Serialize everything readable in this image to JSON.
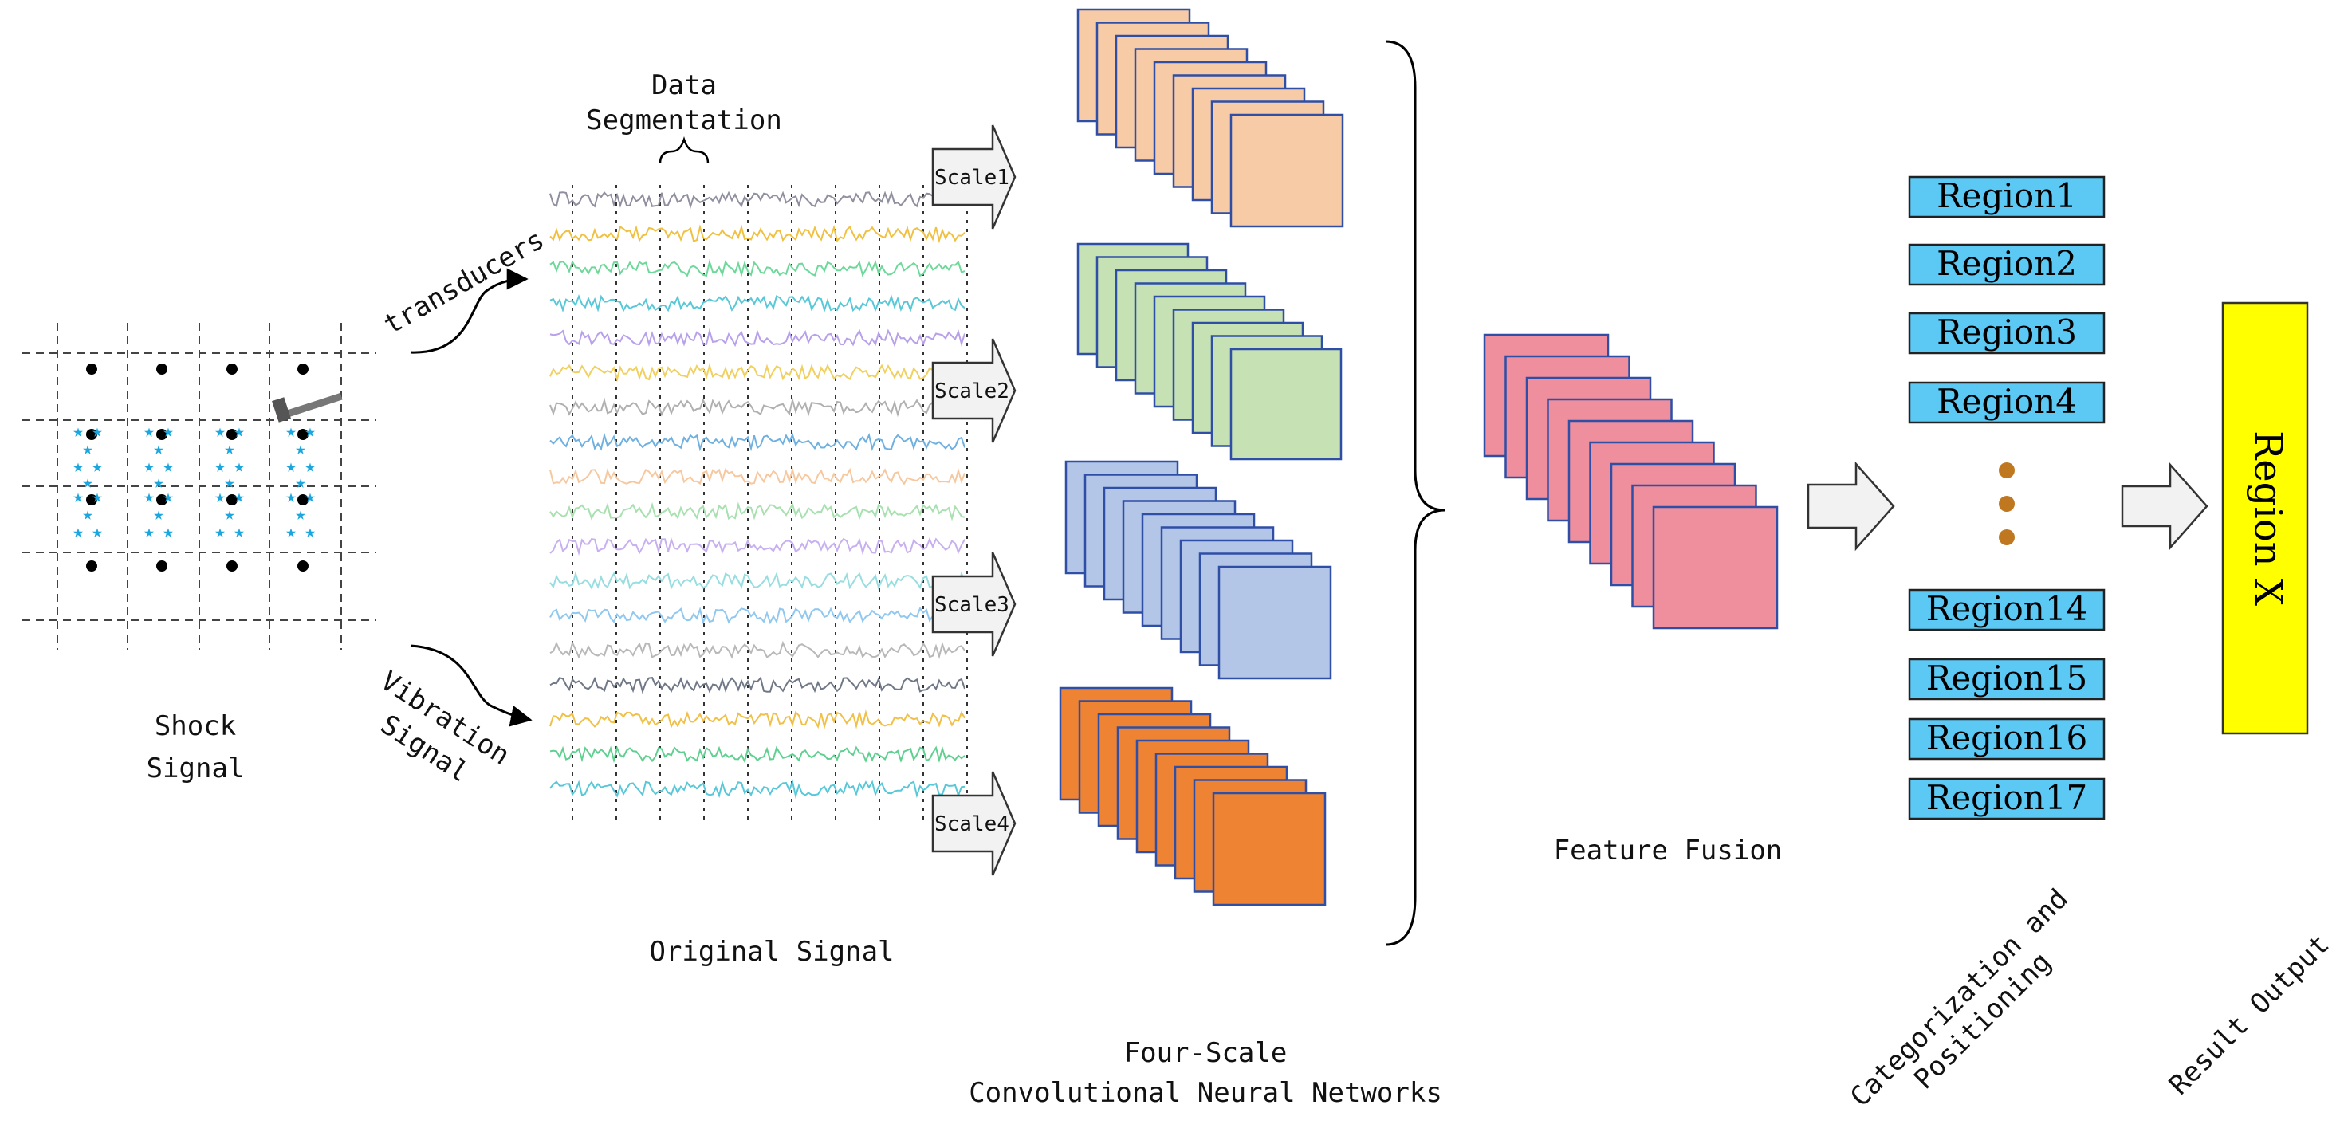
{
  "labels": {
    "shock_signal": [
      "Shock",
      "Signal"
    ],
    "transducers": "transducers",
    "vibration_signal": [
      "Vibration",
      "Signal"
    ],
    "data_segmentation": [
      "Data",
      "Segmentation"
    ],
    "original_signal": "Original Signal",
    "four_scale": [
      "Four-Scale",
      "Convolutional Neural Networks"
    ],
    "feature_fusion": "Feature Fusion",
    "categorization": [
      "Categorization and",
      "Positioning"
    ],
    "result_output": "Result Output"
  },
  "scales": [
    "Scale1",
    "Scale2",
    "Scale3",
    "Scale4"
  ],
  "regions": [
    "Region1",
    "Region2",
    "Region3",
    "Region4",
    "Region14",
    "Region15",
    "Region16",
    "Region17"
  ],
  "result": "Region X",
  "colors": {
    "cnn": [
      "#f8cba7",
      "#c6e1b4",
      "#b4c6e7",
      "#ee8333"
    ],
    "fusion": "#ef8f9d",
    "region_fill": "#5bc9f4",
    "result_fill": "#ffff00",
    "dots": "#c07820",
    "stars": "#1aa7e0",
    "signal": [
      "#8f8f9f",
      "#f0c040",
      "#6ed89a",
      "#58c8d8",
      "#b8a0ea",
      "#f0d060",
      "#b0b0b0",
      "#6fb0e0",
      "#f6c8a0",
      "#a8e0b0",
      "#c8b0f0",
      "#98dde0",
      "#90c8f0",
      "#b8b8b8",
      "#707888",
      "#f0c048",
      "#60d090",
      "#58c8d8"
    ]
  }
}
